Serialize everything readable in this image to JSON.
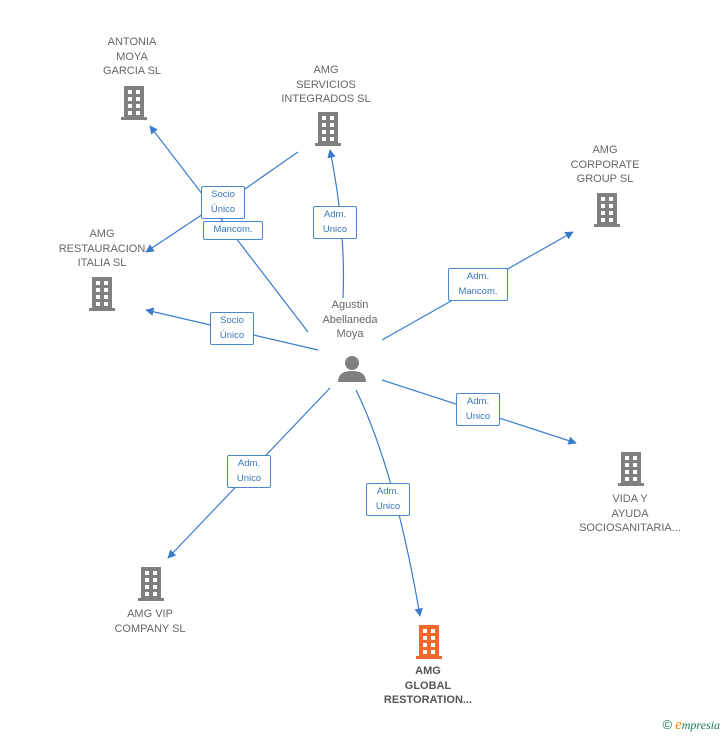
{
  "colors": {
    "edge": "#3a7ccc",
    "building": "#808080",
    "highlight": "#f26a2e"
  },
  "person": {
    "name": "Agustin\nAbellaneda\nMoya",
    "icon": "person-icon"
  },
  "companies": [
    {
      "id": "antonia",
      "label": "ANTONIA\nMOYA\nGARCIA SL",
      "icon": "building-icon",
      "highlight": false
    },
    {
      "id": "servicios",
      "label": "AMG\nSERVICIOS\nINTEGRADOS SL",
      "icon": "building-icon",
      "highlight": false
    },
    {
      "id": "corporate",
      "label": "AMG\nCORPORATE\nGROUP  SL",
      "icon": "building-icon",
      "highlight": false
    },
    {
      "id": "restauracion",
      "label": "AMG\nRESTAURACION\nITALIA  SL",
      "icon": "building-icon",
      "highlight": false
    },
    {
      "id": "vida",
      "label": "VIDA Y\nAYUDA\nSOCIOSANITARIA...",
      "icon": "building-icon",
      "highlight": false
    },
    {
      "id": "vip",
      "label": "AMG VIP\nCOMPANY  SL",
      "icon": "building-icon",
      "highlight": false
    },
    {
      "id": "global",
      "label": "AMG\nGLOBAL\nRESTORATION...",
      "icon": "building-icon",
      "highlight": true
    }
  ],
  "edges": [
    {
      "id": "e1",
      "label": "Socio\nÚnico"
    },
    {
      "id": "e2",
      "label": "Mancom."
    },
    {
      "id": "e3",
      "label": "Adm.\nUnico"
    },
    {
      "id": "e4",
      "label": "Adm.\nMancom."
    },
    {
      "id": "e5",
      "label": "Socio\nÚnico"
    },
    {
      "id": "e6",
      "label": "Adm.\nUnico"
    },
    {
      "id": "e7",
      "label": "Adm.\nUnico"
    },
    {
      "id": "e8",
      "label": "Adm.\nUnico"
    }
  ],
  "footer": {
    "copyright": "©",
    "brand_first": "e",
    "brand_rest": "mpresia"
  }
}
